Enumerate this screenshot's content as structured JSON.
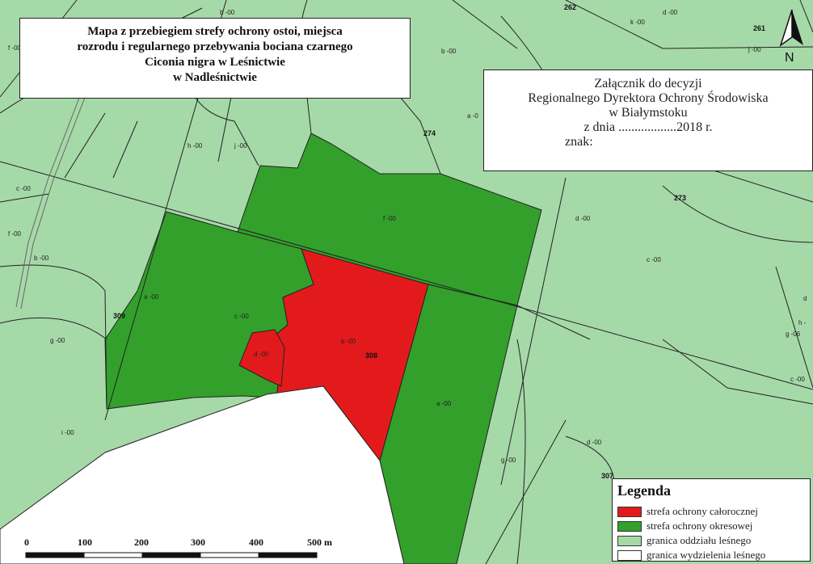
{
  "title": {
    "line1": "Mapa z przebiegiem strefy ochrony ostoi, miejsca",
    "line2": "rozrodu i regularnego przebywania bociana czarnego",
    "line3": "Ciconia nigra w Leśnictwie",
    "line4": "w Nadleśnictwie"
  },
  "annex": {
    "line1": "Załącznik do decyzji",
    "line2": "Regionalnego Dyrektora Ochrony Środowiska",
    "line3": "w Białymstoku",
    "line4": "z dnia ..................2018 r.",
    "line5": "znak:"
  },
  "legend": {
    "title": "Legenda",
    "items": [
      {
        "label": "strefa ochrony całorocznej",
        "color": "#e31a1c"
      },
      {
        "label": "strefa ochrony okresowej",
        "color": "#33a02c"
      },
      {
        "label": "granica oddziału leśnego",
        "color": "#a6d9a8"
      },
      {
        "label": "granica wydzielenia leśnego",
        "color": "#ffffff"
      }
    ]
  },
  "north": {
    "label": "N"
  },
  "scale": {
    "labels": [
      "0",
      "100",
      "200",
      "300",
      "400",
      "500 m"
    ]
  },
  "compartments": {
    "c262": "262",
    "c261": "261",
    "c274": "274",
    "c273": "273",
    "c309": "309",
    "c308": "308",
    "c307": "307"
  },
  "subdivisions": {
    "f_top": "f -00",
    "b_top": "b -00",
    "k_top": "k -00",
    "d_top": "d -00",
    "j_top": "j -00",
    "b_mid": "b -00",
    "a_mid": "a -0",
    "h_left": "h -00",
    "j_left": "j -00",
    "c_left": "c -00",
    "f_left": "f -00",
    "b_left": "b -00",
    "f_green": "f -00",
    "d_right": "d -00",
    "c_right": "c -00",
    "a_309": "a -00",
    "g_309": "g -00",
    "c_green": "c -00",
    "d_red": "d -00",
    "b_red": "b -00",
    "a_green": "a -00",
    "i_bottom": "i -00",
    "g_bottom": "g -00",
    "d_bottom": "d -00",
    "d_edge": "d",
    "h_edge": "h -",
    "g_edge": "g -06",
    "c_edge": "c -00",
    "x06": "06"
  },
  "colors": {
    "forest": "#a6d9a8",
    "year_round": "#e31a1c",
    "seasonal": "#33a02c",
    "boundary": "#222222"
  }
}
